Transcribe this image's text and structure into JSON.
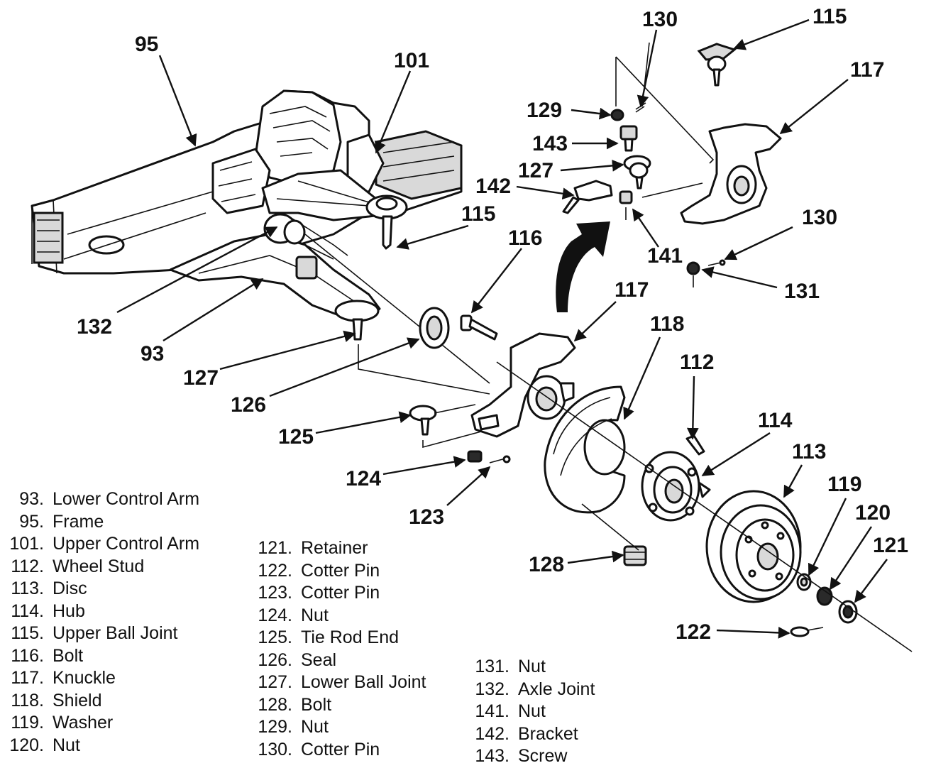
{
  "callouts": [
    {
      "id": "c95",
      "text": "95"
    },
    {
      "id": "c101",
      "text": "101"
    },
    {
      "id": "c130a",
      "text": "130"
    },
    {
      "id": "c115a",
      "text": "115"
    },
    {
      "id": "c117a",
      "text": "117"
    },
    {
      "id": "c129",
      "text": "129"
    },
    {
      "id": "c143",
      "text": "143"
    },
    {
      "id": "c127a",
      "text": "127"
    },
    {
      "id": "c142",
      "text": "142"
    },
    {
      "id": "c115b",
      "text": "115"
    },
    {
      "id": "c116",
      "text": "116"
    },
    {
      "id": "c130b",
      "text": "130"
    },
    {
      "id": "c141",
      "text": "141"
    },
    {
      "id": "c131",
      "text": "131"
    },
    {
      "id": "c117b",
      "text": "117"
    },
    {
      "id": "c118",
      "text": "118"
    },
    {
      "id": "c132",
      "text": "132"
    },
    {
      "id": "c93",
      "text": "93"
    },
    {
      "id": "c127b",
      "text": "127"
    },
    {
      "id": "c126",
      "text": "126"
    },
    {
      "id": "c112",
      "text": "112"
    },
    {
      "id": "c114",
      "text": "114"
    },
    {
      "id": "c125",
      "text": "125"
    },
    {
      "id": "c113",
      "text": "113"
    },
    {
      "id": "c124",
      "text": "124"
    },
    {
      "id": "c119",
      "text": "119"
    },
    {
      "id": "c120",
      "text": "120"
    },
    {
      "id": "c121",
      "text": "121"
    },
    {
      "id": "c123",
      "text": "123"
    },
    {
      "id": "c128",
      "text": "128"
    },
    {
      "id": "c122",
      "text": "122"
    }
  ],
  "legend": {
    "col1": [
      {
        "num": "93.",
        "name": "Lower Control Arm"
      },
      {
        "num": "95.",
        "name": "Frame"
      },
      {
        "num": "101.",
        "name": "Upper Control Arm"
      },
      {
        "num": "112.",
        "name": "Wheel Stud"
      },
      {
        "num": "113.",
        "name": "Disc"
      },
      {
        "num": "114.",
        "name": "Hub"
      },
      {
        "num": "115.",
        "name": "Upper Ball Joint"
      },
      {
        "num": "116.",
        "name": "Bolt"
      },
      {
        "num": "117.",
        "name": "Knuckle"
      },
      {
        "num": "118.",
        "name": "Shield"
      },
      {
        "num": "119.",
        "name": "Washer"
      },
      {
        "num": "120.",
        "name": "Nut"
      }
    ],
    "col2": [
      {
        "num": "121.",
        "name": "Retainer"
      },
      {
        "num": "122.",
        "name": "Cotter Pin"
      },
      {
        "num": "123.",
        "name": "Cotter Pin"
      },
      {
        "num": "124.",
        "name": "Nut"
      },
      {
        "num": "125.",
        "name": "Tie Rod End"
      },
      {
        "num": "126.",
        "name": "Seal"
      },
      {
        "num": "127.",
        "name": "Lower Ball Joint"
      },
      {
        "num": "128.",
        "name": "Bolt"
      },
      {
        "num": "129.",
        "name": "Nut"
      },
      {
        "num": "130.",
        "name": "Cotter Pin"
      }
    ],
    "col3": [
      {
        "num": "131.",
        "name": "Nut"
      },
      {
        "num": "132.",
        "name": "Axle Joint"
      },
      {
        "num": "141.",
        "name": "Nut"
      },
      {
        "num": "142.",
        "name": "Bracket"
      },
      {
        "num": "143.",
        "name": "Screw"
      }
    ]
  }
}
